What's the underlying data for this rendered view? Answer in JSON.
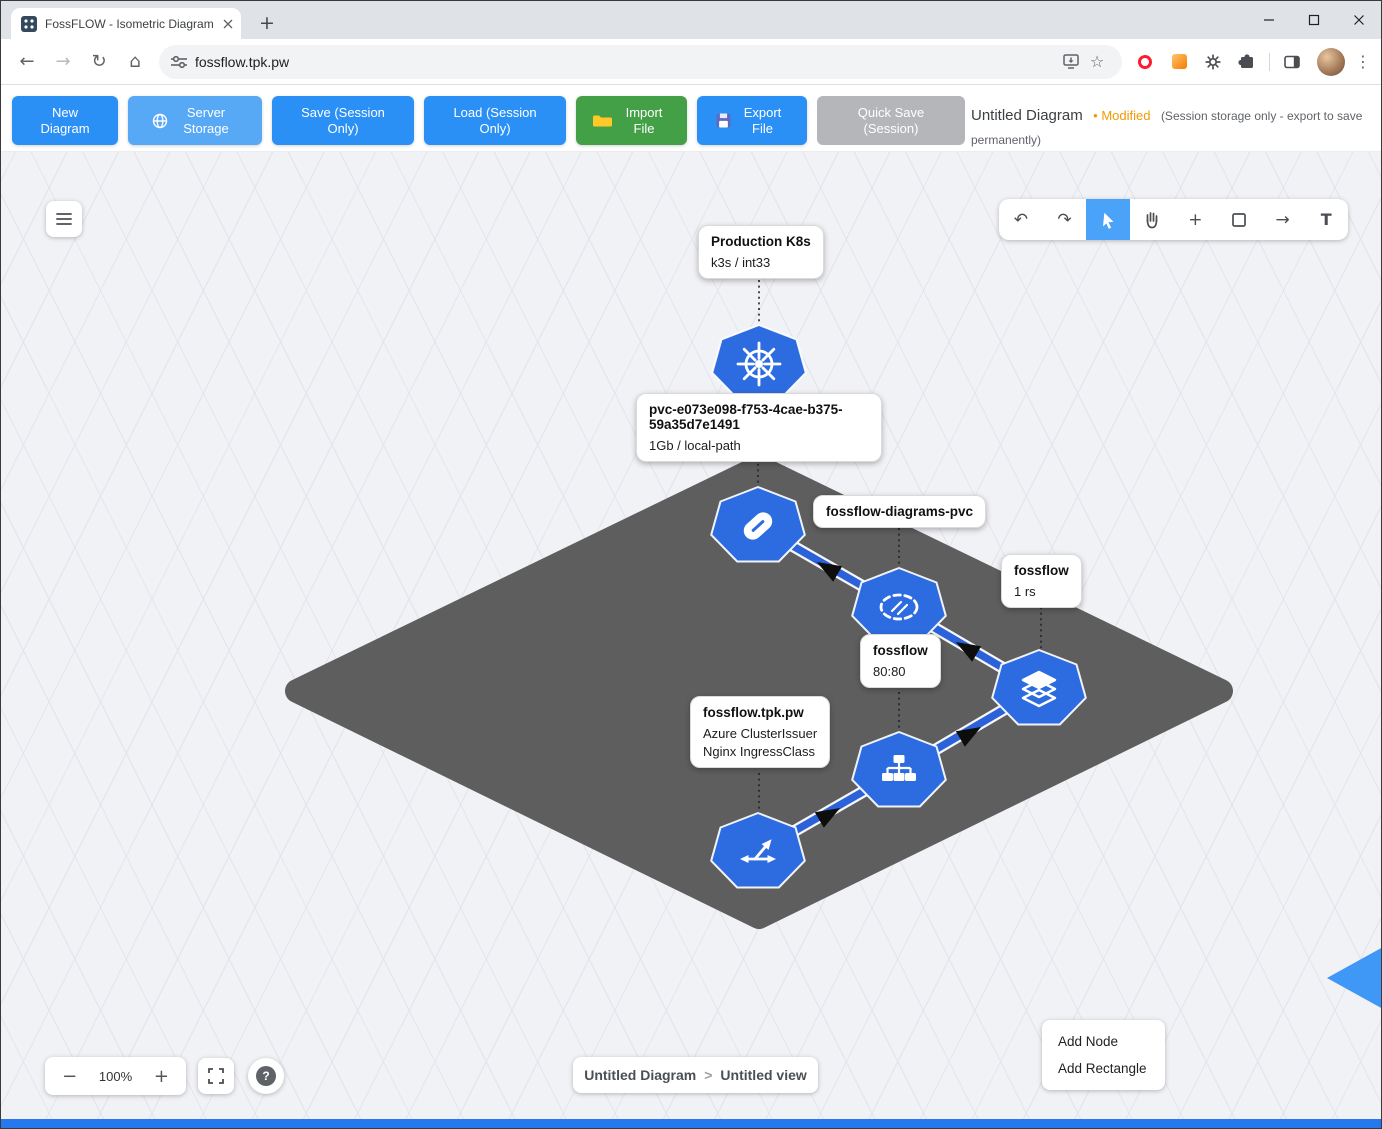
{
  "browser": {
    "tab_title": "FossFLOW - Isometric Diagram",
    "url": "fossflow.tpk.pw"
  },
  "glyphs": {
    "back": "←",
    "forward": "→",
    "reload": "↻",
    "home": "⌂",
    "star": "☆",
    "menu": "⋮",
    "new_tab": "+",
    "undo": "↶",
    "redo": "↷",
    "plus": "+",
    "arrow_tool": "→",
    "text_tool": "T",
    "zoom_out": "−",
    "zoom_in": "+",
    "help": "?"
  },
  "appbar": {
    "buttons": {
      "new": "New Diagram",
      "server": "Server Storage",
      "save": "Save (Session Only)",
      "load": "Load (Session Only)",
      "import": "Import File",
      "export": "Export File",
      "quicksave": "Quick Save (Session)"
    },
    "doc_title": "Untitled Diagram",
    "modified": "• Modified",
    "note": "(Session storage only - export to save permanently)"
  },
  "diagram": {
    "labels": [
      {
        "title": "Production K8s",
        "line1": "k3s / int33"
      },
      {
        "title": "pvc-e073e098-f753-4cae-b375-59a35d7e1491",
        "line1": "1Gb / local-path"
      },
      {
        "title": "fossflow-diagrams-pvc"
      },
      {
        "title": "fossflow",
        "line1": "1 rs"
      },
      {
        "title": "fossflow",
        "line1": "80:80"
      },
      {
        "title": "fossflow.tpk.pw",
        "line1": "Azure ClusterIssuer",
        "line2": "Nginx IngressClass"
      }
    ],
    "nodes": [
      {
        "icon": "kubernetes-wheel"
      },
      {
        "icon": "volume-disk"
      },
      {
        "icon": "deployment-dashed-circle"
      },
      {
        "icon": "ingress-layer-stack"
      },
      {
        "icon": "service-tree"
      },
      {
        "icon": "route-arrows"
      }
    ]
  },
  "footer": {
    "zoom_level": "100%",
    "breadcrumb_diagram": "Untitled Diagram",
    "breadcrumb_sep": ">",
    "breadcrumb_view": "Untitled view"
  },
  "context_menu": {
    "items": [
      {
        "label": "Add Node"
      },
      {
        "label": "Add Rectangle"
      }
    ]
  },
  "colors": {
    "primary_button": "#2b90f5",
    "server_button": "#57a9f6",
    "import_button": "#43a047",
    "disabled_button": "#b5b6b9",
    "modified_text": "#f29900",
    "node_fill": "#2d6ce0",
    "connector": "#2b62d9",
    "platform": "#5e5e5e",
    "active_tool": "#4aa3f8",
    "bottom_bar": "#2678ee"
  }
}
